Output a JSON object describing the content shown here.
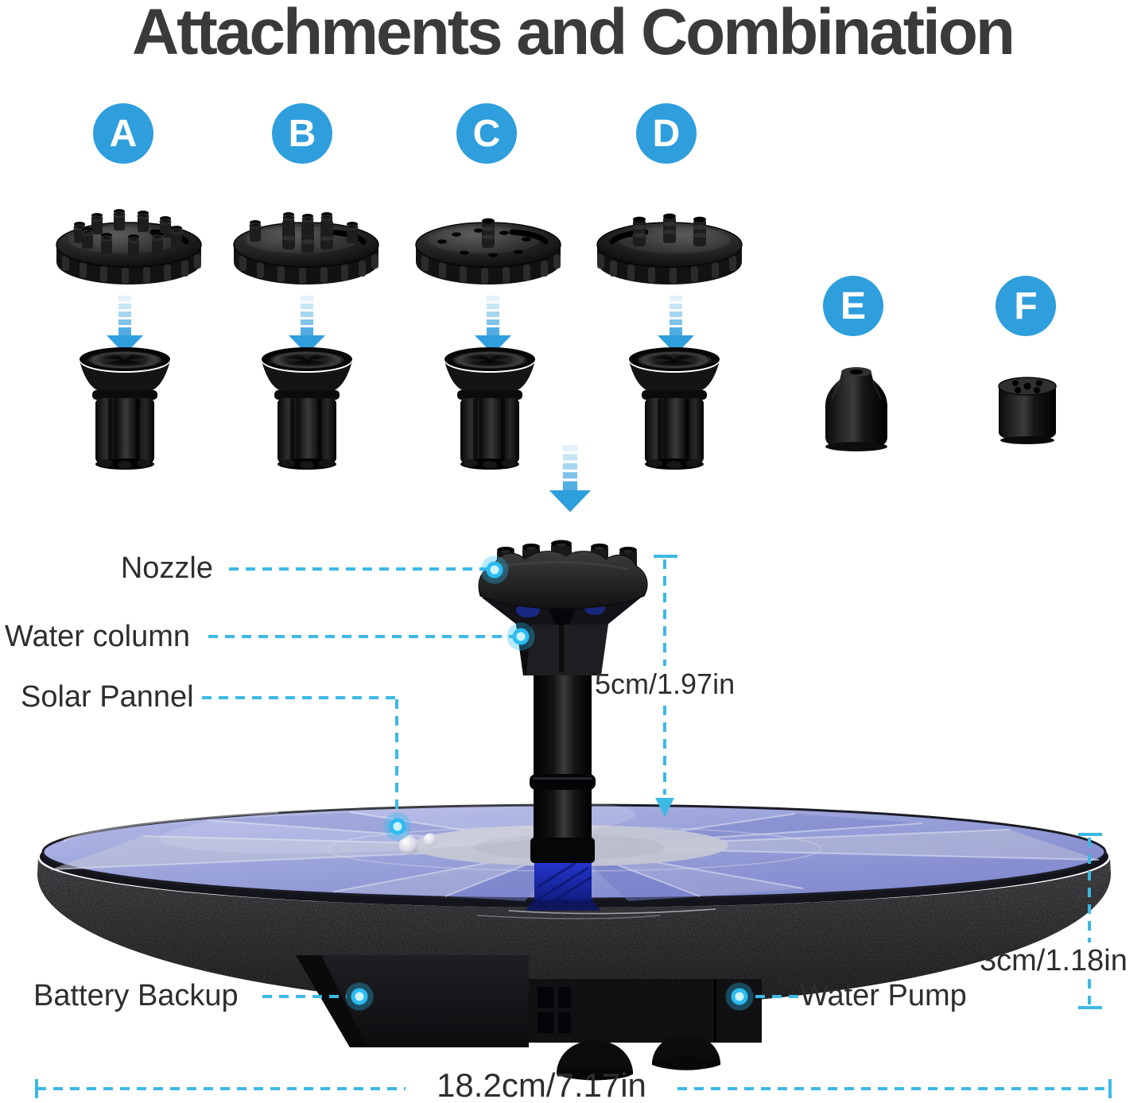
{
  "title": "Attachments and Combination",
  "attachments": {
    "labels": [
      "A",
      "B",
      "C",
      "D",
      "E",
      "F"
    ]
  },
  "callouts": {
    "nozzle": "Nozzle",
    "water_column": "Water column",
    "solar_panel": "Solar Pannel",
    "battery_backup": "Battery Backup",
    "water_pump": "Water Pump"
  },
  "measurements": {
    "column_height": "5cm/1.97in",
    "panel_thickness": "3cm/1.18in",
    "panel_diameter": "18.2cm/7.17in"
  },
  "colors": {
    "badge_blue": "#2F9EDC",
    "callout_cyan": "#3CB9E4",
    "text_dark": "#3a3a3a"
  }
}
